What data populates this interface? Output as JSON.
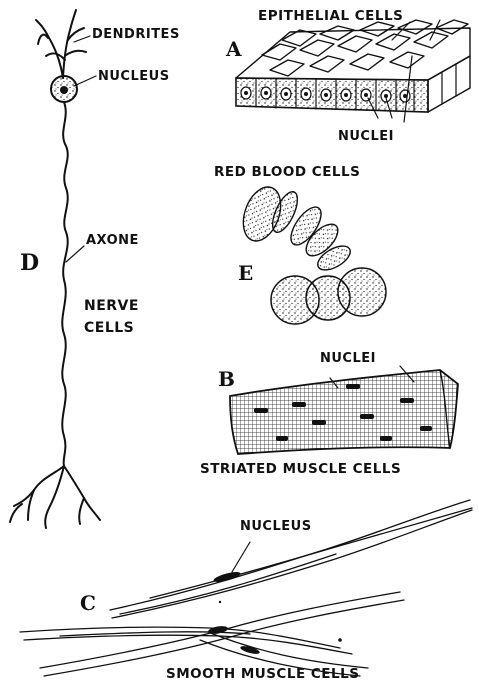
{
  "colors": {
    "ink": "#111111",
    "paper": "#ffffff"
  },
  "nerve": {
    "letter": "D",
    "dendrites": "DENDRITES",
    "nucleus": "NUCLEUS",
    "axone": "AXONE",
    "title_1": "NERVE",
    "title_2": "CELLS"
  },
  "epithelial": {
    "letter": "A",
    "title": "EPITHELIAL CELLS",
    "nuclei": "NUCLEI"
  },
  "blood": {
    "letter": "E",
    "title": "RED BLOOD CELLS"
  },
  "striated": {
    "letter": "B",
    "nuclei": "NUCLEI",
    "title": "STRIATED MUSCLE CELLS"
  },
  "smooth": {
    "letter": "C",
    "nucleus": "NUCLEUS",
    "title": "SMOOTH MUSCLE CELLS"
  }
}
